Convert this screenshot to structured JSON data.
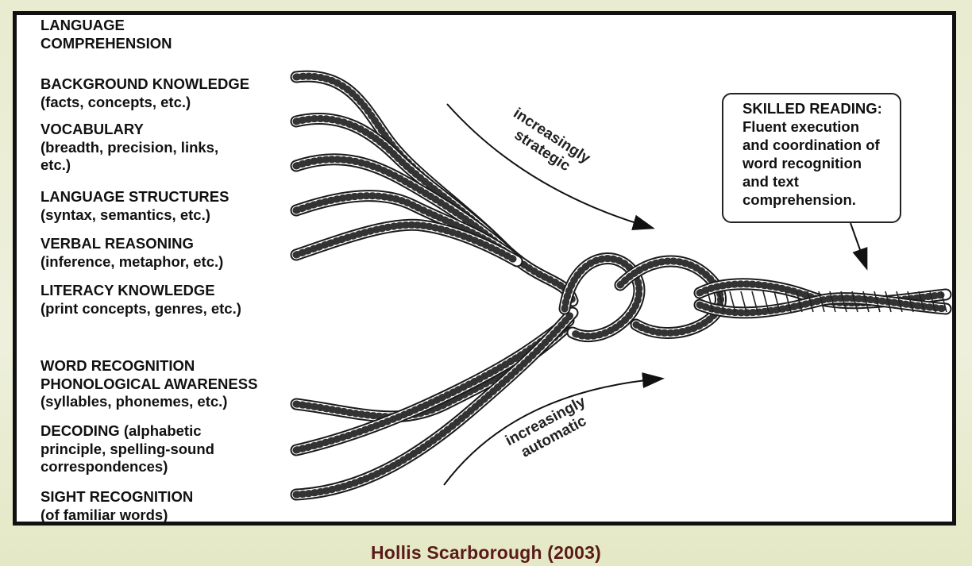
{
  "diagram": {
    "labels_upper": [
      "LANGUAGE\nCOMPREHENSION",
      "BACKGROUND KNOWLEDGE\n(facts, concepts, etc.)",
      "VOCABULARY\n(breadth, precision, links,\netc.)",
      "LANGUAGE STRUCTURES\n(syntax, semantics, etc.)",
      "VERBAL REASONING\n(inference, metaphor, etc.)",
      "LITERACY KNOWLEDGE\n(print concepts, genres, etc.)"
    ],
    "labels_lower": [
      "WORD RECOGNITION\nPHONOLOGICAL AWARENESS\n(syllables, phonemes, etc.)",
      "DECODING (alphabetic\nprinciple, spelling-sound\ncorrespondences)",
      "SIGHT RECOGNITION\n(of familiar words)"
    ],
    "arrow_upper_text": "increasingly\nstrategic",
    "arrow_lower_text": "increasingly\nautomatic",
    "skilled_reading": "SKILLED READING:\nFluent execution\nand coordination of\nword recognition\nand text\ncomprehension.",
    "citation": "Hollis Scarborough (2003)"
  },
  "colors": {
    "frame": "#111111",
    "rope": "#1a1a1a",
    "citation": "#5a1a1a",
    "background": "#e9ecd0"
  },
  "icon_names": [
    "rope-strand",
    "curved-arrow"
  ]
}
